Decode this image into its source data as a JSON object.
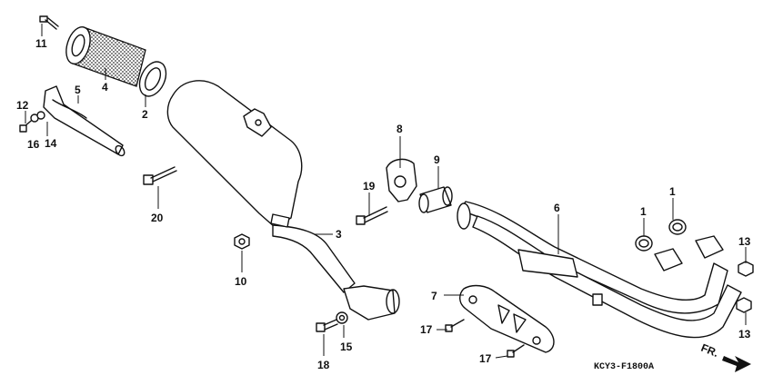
{
  "callouts": [
    {
      "id": "c11",
      "text": "11"
    },
    {
      "id": "c4",
      "text": "4"
    },
    {
      "id": "c2",
      "text": "2"
    },
    {
      "id": "c5",
      "text": "5"
    },
    {
      "id": "c12",
      "text": "12"
    },
    {
      "id": "c16",
      "text": "16"
    },
    {
      "id": "c14",
      "text": "14"
    },
    {
      "id": "c20",
      "text": "20"
    },
    {
      "id": "c10",
      "text": "10"
    },
    {
      "id": "c3",
      "text": "3"
    },
    {
      "id": "c8",
      "text": "8"
    },
    {
      "id": "c19",
      "text": "19"
    },
    {
      "id": "c9",
      "text": "9"
    },
    {
      "id": "c6",
      "text": "6"
    },
    {
      "id": "c1a",
      "text": "1"
    },
    {
      "id": "c1b",
      "text": "1"
    },
    {
      "id": "c13a",
      "text": "13"
    },
    {
      "id": "c13b",
      "text": "13"
    },
    {
      "id": "c7",
      "text": "7"
    },
    {
      "id": "c17a",
      "text": "17"
    },
    {
      "id": "c17b",
      "text": "17"
    },
    {
      "id": "c15",
      "text": "15"
    },
    {
      "id": "c18",
      "text": "18"
    }
  ],
  "diagram_code": "KCY3-F1800A",
  "direction_label": "FR.",
  "colors": {
    "ink": "#111111",
    "background": "#ffffff"
  }
}
